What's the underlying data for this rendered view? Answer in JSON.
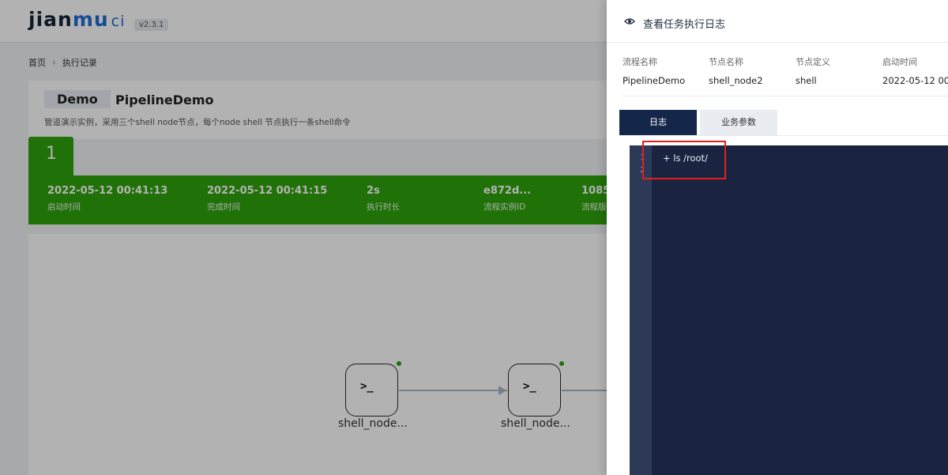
{
  "app": {
    "logo_main": "jian",
    "logo_accent": "mu",
    "logo_suffix": "ci",
    "version": "v2.3.1"
  },
  "breadcrumb": {
    "home": "首页",
    "separator": "›",
    "current": "执行记录"
  },
  "project": {
    "tag": "Demo",
    "name": "PipelineDemo",
    "description": "管道演示实例，采用三个shell node节点，每个node shell 节点执行一条shell命令"
  },
  "run": {
    "index": "1",
    "status_color": "#2fa40c",
    "fields": [
      {
        "value": "2022-05-12 00:41:13",
        "label": "启动时间"
      },
      {
        "value": "2022-05-12 00:41:15",
        "label": "完成时间"
      },
      {
        "value": "2s",
        "label": "执行时长"
      },
      {
        "value": "e872d...",
        "label": "流程实例ID"
      },
      {
        "value": "1085",
        "label": "流程版"
      }
    ]
  },
  "graph": {
    "nodes": [
      {
        "label": "shell_node...",
        "icon": "terminal-icon"
      },
      {
        "label": "shell_node...",
        "icon": "terminal-icon"
      }
    ]
  },
  "drawer": {
    "title": "查看任务执行日志",
    "icon": "eye-icon",
    "info": {
      "headers": [
        "流程名称",
        "节点名称",
        "节点定义",
        "启动时间"
      ],
      "values": [
        "PipelineDemo",
        "shell_node2",
        "shell",
        "2022-05-12 00:"
      ]
    },
    "tabs": [
      {
        "label": "日志",
        "active": true
      },
      {
        "label": "业务参数",
        "active": false
      }
    ],
    "log": {
      "line_numbers": [
        "1",
        "2"
      ],
      "lines": [
        "+ ls /root/"
      ]
    },
    "accent_color": "#14264a",
    "highlight_color": "#e0201b"
  }
}
